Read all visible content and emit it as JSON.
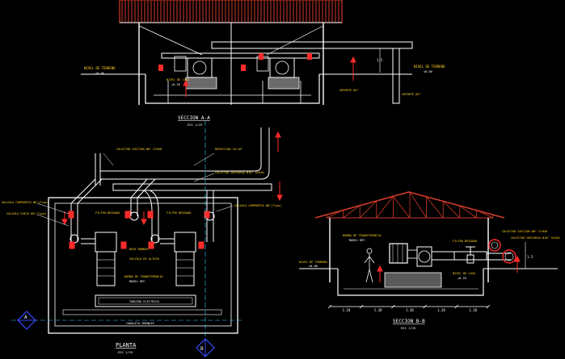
{
  "colors": {
    "background": "#000000",
    "line": "#ffffff",
    "red": "#ff2b2b",
    "roof": "#d23a2a",
    "blue": "#3a4dff",
    "magenta": "#ff3cff",
    "cyan": "#2ad9ff",
    "yellow": "#ffd21e",
    "green": "#3bd63b",
    "gray": "#9a9a9a"
  },
  "section_aa": {
    "title": "SECCION A-A",
    "scale": "ESC 1/25",
    "label_left": "NIVEL DE TERRENO",
    "label_left_value": "±0.00",
    "label_base": "NIVEL DE LOSA",
    "label_base_value": "+0.20",
    "label_right": "NIVEL DE TERRENO",
    "label_right_value": "±0.00",
    "label_support_1": "SOPORTE Ø4\"",
    "label_support_2": "SOPORTE Ø4\"",
    "dim_label": "1.5"
  },
  "planta": {
    "title": "PLANTA",
    "scale": "ESC 1/25",
    "label_collector_suction": "COLECTOR SUCCION Ø8\" SCH40",
    "label_collector_discharge": "COLECTOR DESCARGA Ø10\" SCH40",
    "label_reduction": "REDUCCION 10\"x8\"",
    "label_valve_left": "VALVULA COMPUERTA Ø6\"(Tipo)",
    "label_valve_check": "VALVULA CHECK Ø6\"(Tipo)",
    "label_valve_right": "VALVULA COMPUERTA Ø6\"(Tipo)",
    "label_filter_1": "FILTRO BRIDADO",
    "label_filter_2": "FILTRO BRIDADO",
    "label_pump_base": "BASE BOMBAS",
    "label_foot_valve": "VALVULA DE ALIVIO",
    "label_pump_type": "BOMBA DE TRANSFERENCIA",
    "label_pump_model": "MODEL REF.",
    "label_panel": "TABLERO ELECTRICO",
    "label_border": "CANALETA DRENAJE",
    "marker_a": "A",
    "marker_b": "B"
  },
  "section_bb": {
    "title": "SECCION B-B",
    "scale": "ESC 1/25",
    "label_pump": "BOMBA DE TRANSFERENCIA",
    "label_pump_model": "MODEL REF.",
    "label_filter": "FILTRO BRIDADO",
    "label_collector_a": "COLECTOR SUCCION Ø8\" SCH40",
    "label_collector_b": "COLECTOR DESCARGA Ø10\" SCH40",
    "label_ground": "NIVEL DE TERRENO",
    "label_ground_value": "±0.00",
    "label_floor": "NIVEL DE LOSA",
    "label_floor_value": "+0.20",
    "dims": [
      "1.10",
      "1.20",
      "1.20",
      "1.20",
      "1.10"
    ]
  }
}
